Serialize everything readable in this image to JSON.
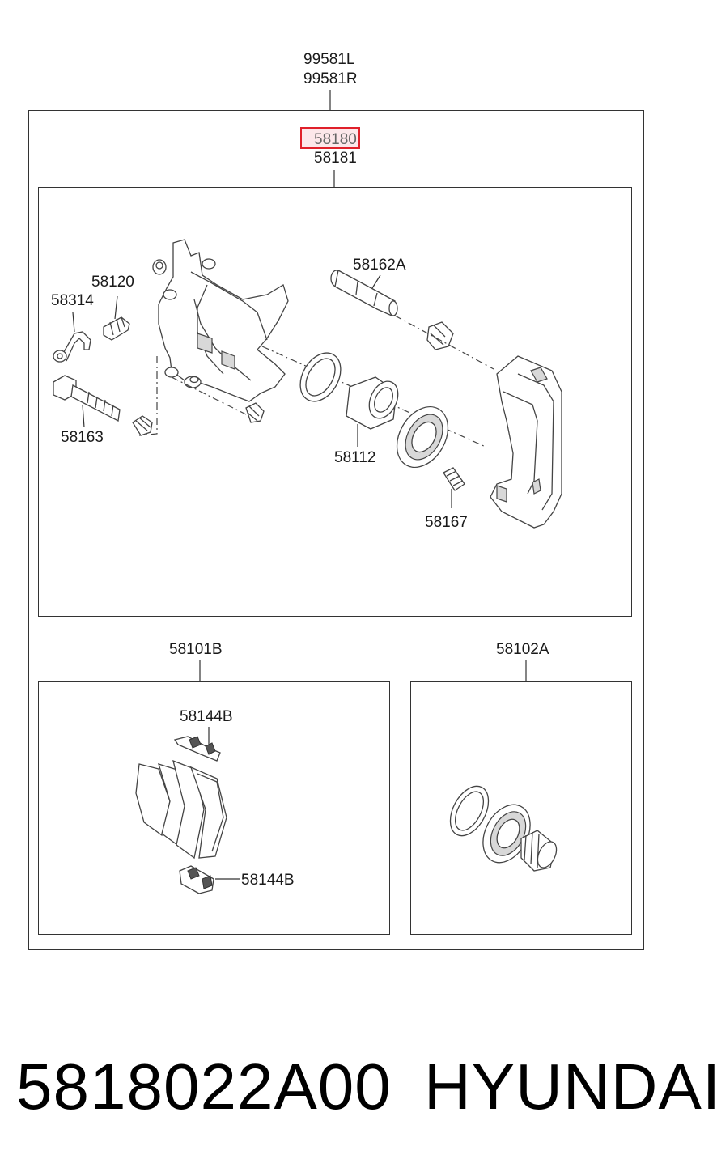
{
  "assembly": {
    "left": "99581L",
    "right": "99581R"
  },
  "caliper_assembly": {
    "highlighted": "58180",
    "other": "58181"
  },
  "parts": {
    "guide_pin_a": "58162A",
    "bleeder_screw": "58120",
    "hose_bracket": "58314",
    "guide_bolt": "58163",
    "piston": "58112",
    "dust_plug": "58167",
    "pad_kit": "58101B",
    "seal_kit": "58102A",
    "pad_clip_upper": "58144B",
    "pad_clip_lower": "58144B"
  },
  "footer": {
    "part_number": "5818022A00",
    "brand": "HYUNDAI"
  },
  "colors": {
    "highlight": "#e0202a",
    "line": "#333333"
  }
}
